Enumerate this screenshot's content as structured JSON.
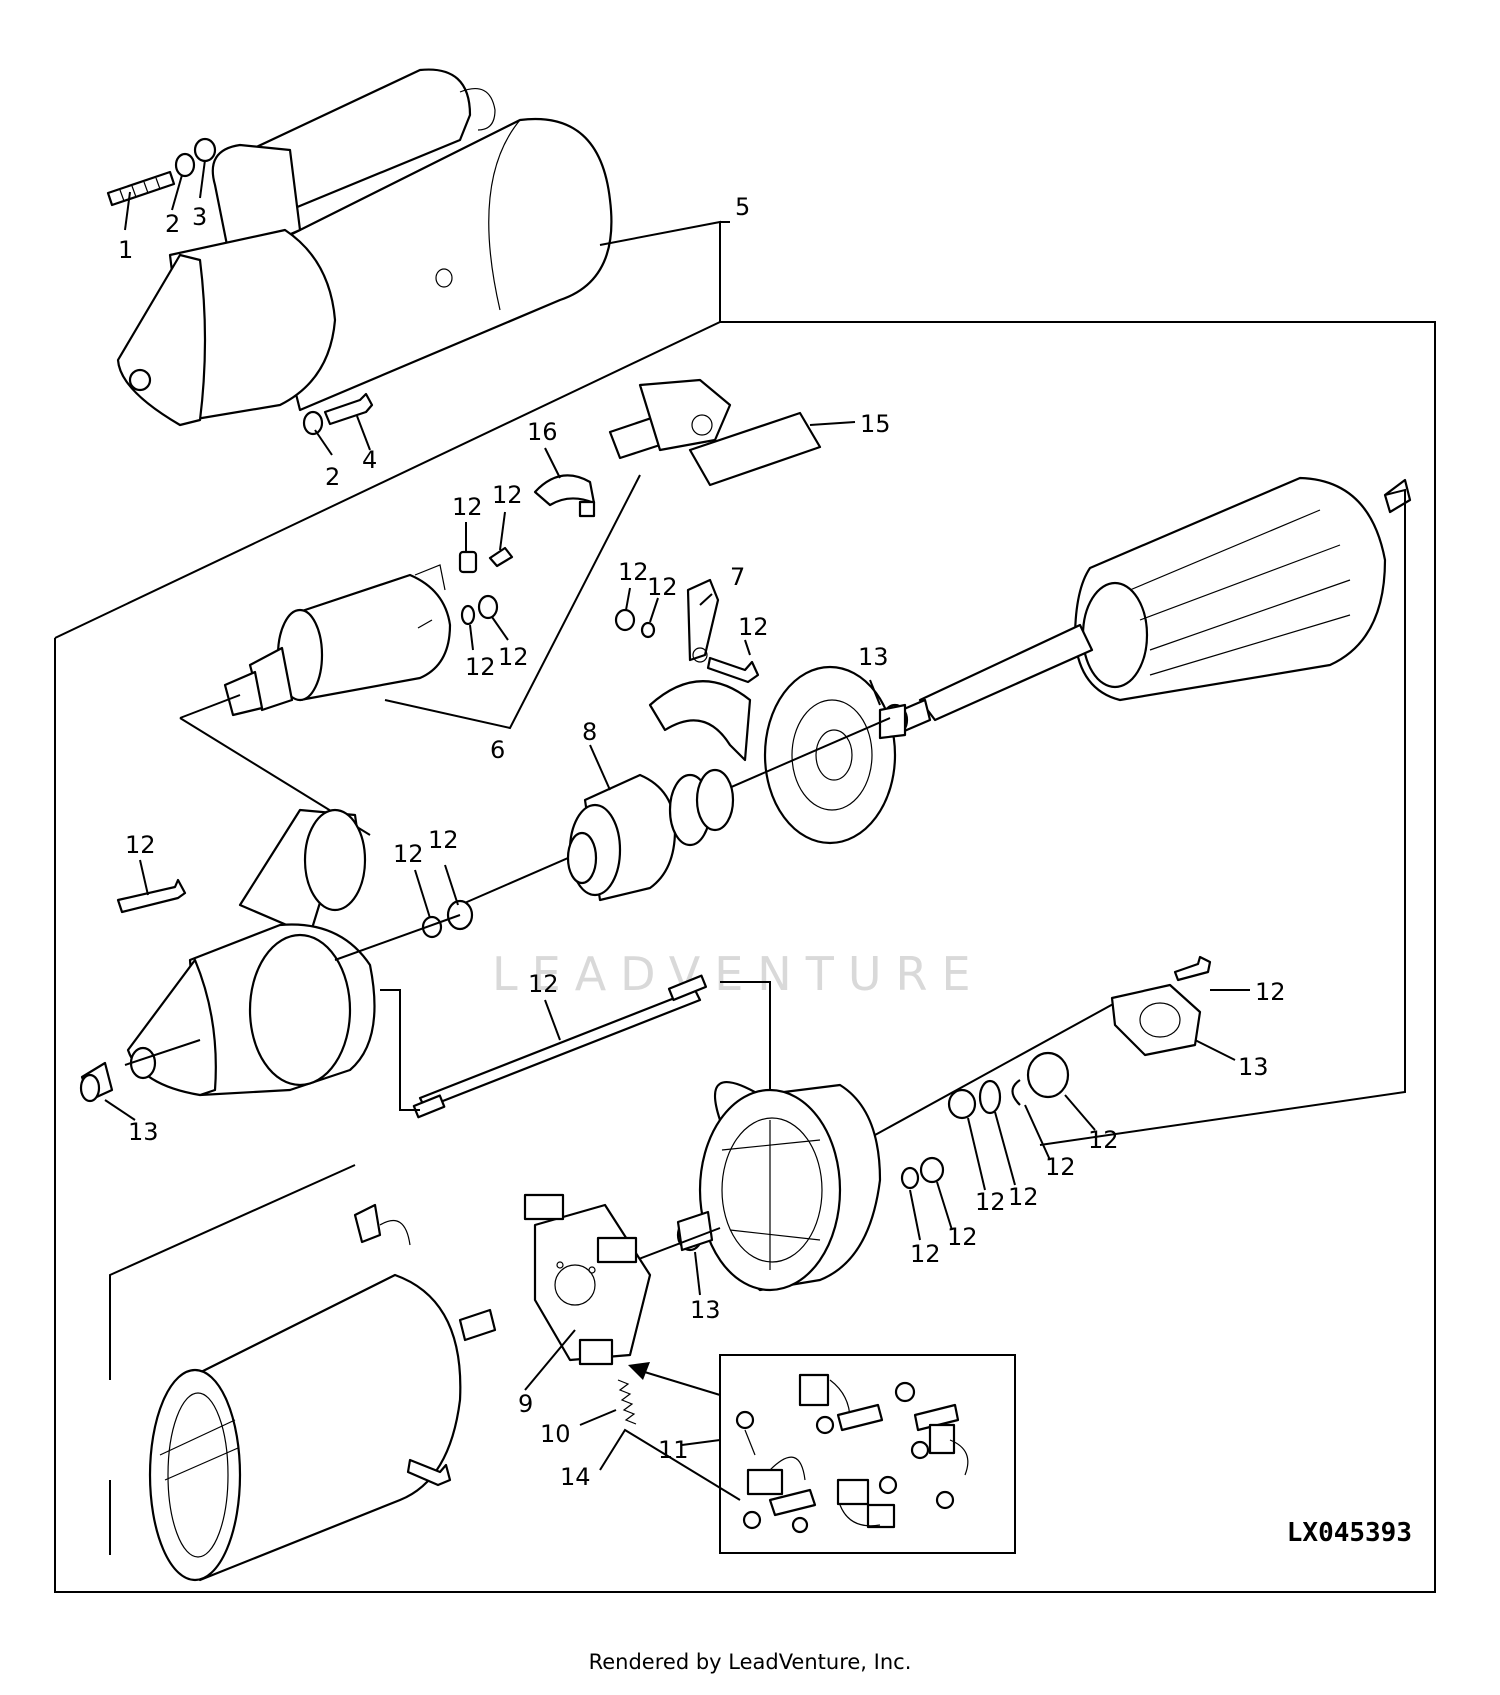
{
  "figure_id": "LX045393",
  "credit": "Rendered by LeadVenture, Inc.",
  "watermark": "LEADVENTURE",
  "callouts": {
    "c1": "1",
    "c2a": "2",
    "c3": "3",
    "c5": "5",
    "c2b": "2",
    "c4": "4",
    "c16": "16",
    "c15": "15",
    "c12a": "12",
    "c12b": "12",
    "c12c": "12",
    "c12d": "12",
    "c6": "6",
    "c12e": "12",
    "c12f": "12",
    "c7": "7",
    "c12g": "12",
    "c13a": "13",
    "c8": "8",
    "c12h": "12",
    "c12i": "12",
    "c12j": "12",
    "c12k": "12",
    "c12l": "12",
    "c13b": "13",
    "c13c": "13",
    "c12m": "12",
    "c12n": "12",
    "c12o": "12",
    "c12p": "12",
    "c12q": "12",
    "c12r": "12",
    "c13d": "13",
    "c9": "9",
    "c10": "10",
    "c11": "11",
    "c14": "14"
  }
}
